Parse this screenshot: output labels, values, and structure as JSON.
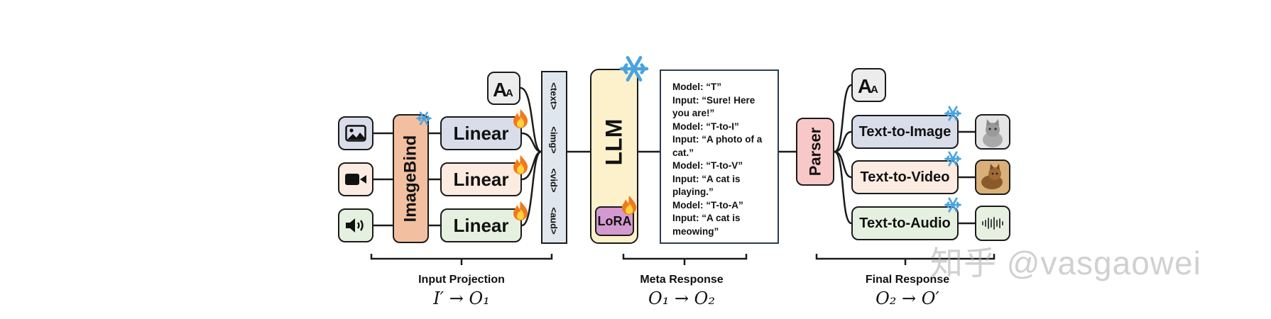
{
  "diagram": {
    "modality_icons": [
      "image-icon",
      "video-icon",
      "audio-icon"
    ],
    "imagebind_label": "ImageBind",
    "linear_labels": [
      "Linear",
      "Linear",
      "Linear"
    ],
    "tokens": [
      "<text>",
      "<img>",
      "<vid>",
      "<aud>"
    ],
    "text_icon_glyph": "AA",
    "llm_label": "LLM",
    "lora_label": "LoRA",
    "meta_lines": [
      "Model: “T”",
      "Input: “Sure! Here",
      "you are!”",
      "Model: “T-to-I”",
      "Input: “A photo of a",
      "cat.”",
      "Model: “T-to-V”",
      "Input: “A cat is",
      "playing.”",
      "Model: “T-to-A”",
      "Input: “A cat is",
      "meowing”"
    ],
    "parser_label": "Parser",
    "generators": [
      "Text-to-Image",
      "Text-to-Video",
      "Text-to-Audio"
    ],
    "sections": [
      {
        "label": "Input Projection",
        "formula": "I′ →  O₁"
      },
      {
        "label": "Meta Response",
        "formula": "O₁ → O₂"
      },
      {
        "label": "Final Response",
        "formula": "O₂ → O′"
      }
    ],
    "watermark": "知乎 @vasgaowei",
    "colors": {
      "blue_fill": "#d9dde9",
      "peach_fill": "#fbebe1",
      "green_fill": "#e6f0e0",
      "imagebind_fill": "#f2c0a0",
      "llm_fill": "#fdf1cc",
      "lora_fill": "#d49ad0",
      "parser_fill": "#f8c8c8",
      "token_fill": "#dfe6ee",
      "meta_border": "#2c3e50",
      "snow": "#4aa3df",
      "fire": "#f07a1a"
    }
  }
}
